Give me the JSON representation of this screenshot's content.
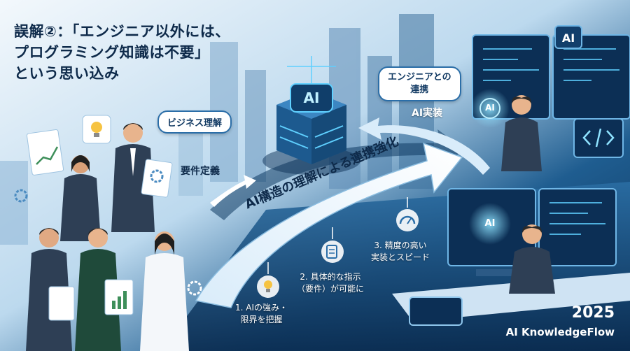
{
  "title": {
    "line1": "誤解②：「エンジニア以外には、",
    "line2": "プログラミング知識は不要」",
    "line3": "という思い込み"
  },
  "labels": {
    "business": "ビジネス理解",
    "requirements": "要件定義",
    "engineer_line1": "エンジニアとの",
    "engineer_line2": "連携",
    "ai_impl": "AI実装",
    "banner": "AI構造の理解による連携強化",
    "ai_core": "AI",
    "ai_screen": "AI",
    "ai_brain1": "AI",
    "ai_brain2": "AI"
  },
  "steps": [
    {
      "line1": "1. AIの強み・",
      "line2": "限界を把握"
    },
    {
      "line1": "2. 具体的な指示",
      "line2": "（要件）が可能に"
    },
    {
      "line1": "3. 精度の高い",
      "line2": "実装とスピード"
    }
  ],
  "footer": {
    "year": "2025",
    "brand": "AI KnowledgeFlow"
  },
  "colors": {
    "navy": "#0e2a4a",
    "accent": "#2b6ea8",
    "glow": "#5fd0ff"
  },
  "icons": [
    "lightbulb-icon",
    "document-icon",
    "gauge-icon",
    "gear-icon",
    "chart-icon",
    "code-icon",
    "brain-icon"
  ]
}
